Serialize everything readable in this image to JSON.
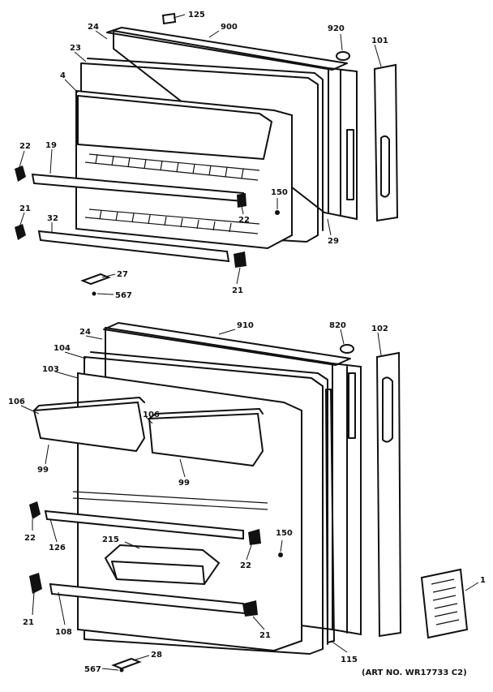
{
  "labels": {
    "p125": "125",
    "p900": "900",
    "p920": "920",
    "p101": "101",
    "p24a": "24",
    "p23": "23",
    "p4": "4",
    "p22a": "22",
    "p19": "19",
    "p150a": "150",
    "p22b": "22",
    "p21a": "21",
    "p32": "32",
    "p29": "29",
    "p27": "27",
    "p567a": "567",
    "p21b": "21",
    "p910": "910",
    "p820": "820",
    "p102": "102",
    "p24b": "24",
    "p104": "104",
    "p103": "103",
    "p106a": "106",
    "p106b": "106",
    "p99a": "99",
    "p99b": "99",
    "p22c": "22",
    "p126": "126",
    "p215": "215",
    "p150b": "150",
    "p22d": "22",
    "p21c": "21",
    "p108": "108",
    "p21d": "21",
    "p115": "115",
    "p28": "28",
    "p567b": "567",
    "p1": "1"
  },
  "art_number": "(ART NO. WR17733 C2)"
}
